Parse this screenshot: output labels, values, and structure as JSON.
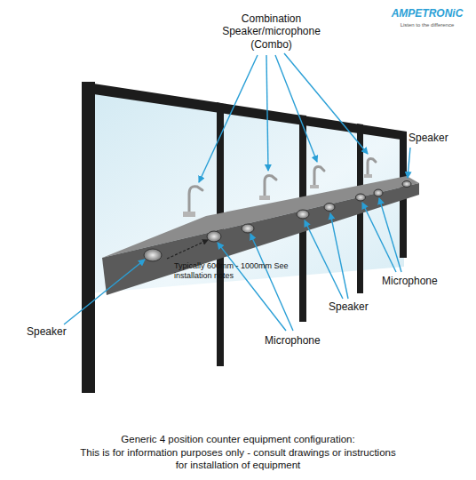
{
  "diagram": {
    "caption": "Generic 4 position counter equipment configuration:",
    "labels": [
      "Combination Speaker/microphone (Combo)",
      "AMPETRONiC",
      "Listen to the difference",
      "Speaker",
      "Typically 600mm - 1000mm See installation notes",
      "Speaker",
      "Microphone",
      "Speaker",
      "Microphone",
      "This is for information purposes only - consult drawings or instructions for installation of equipment"
    ]
  }
}
